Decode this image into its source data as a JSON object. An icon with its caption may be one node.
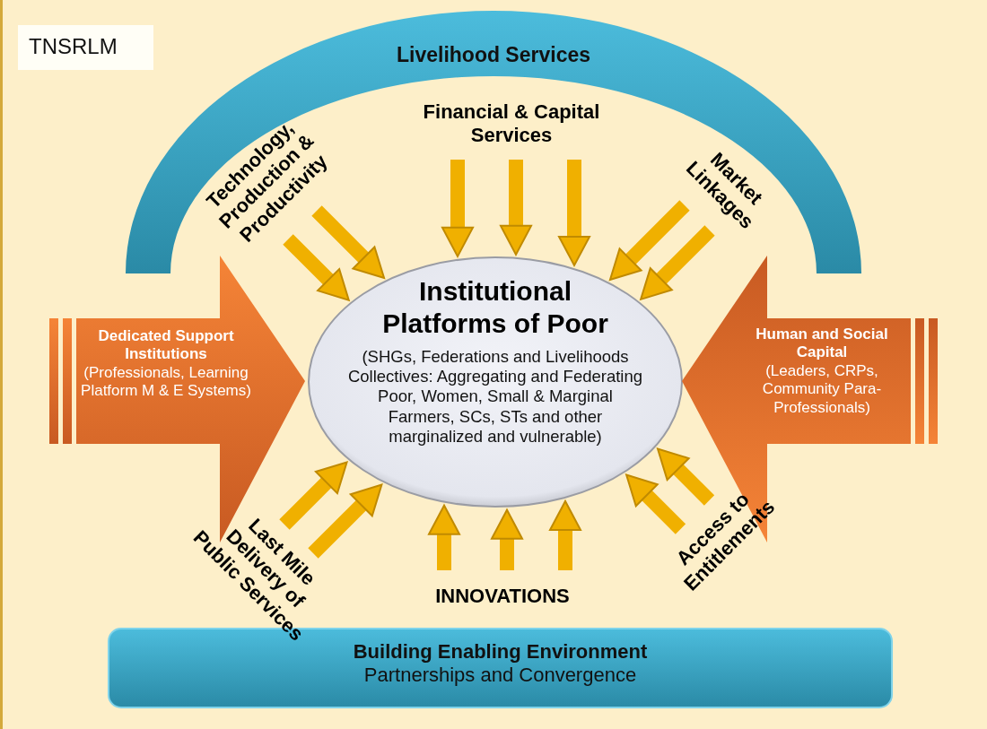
{
  "diagram": {
    "nodes": [
      {
        "text": [
          "Institutional Platforms of Poor",
          "(SHGs, Federations and Livelihoods Collectives: Aggregating and Federating Poor, Women, Small & Marginal Farmers, SCs, STs and other marginalized and vulnerable)"
        ]
      },
      {
        "text": [
          "Livelihood Services"
        ]
      },
      {
        "text": [
          "Dedicated Support Institutions",
          "(Professionals, Learning Platform M & E Systems)"
        ]
      },
      {
        "text": [
          "Human and Social Capital",
          "(Leaders, CRPs, Community Para-Professionals)"
        ]
      },
      {
        "text": [
          "Building Enabling Environment",
          "Partnerships and Convergence"
        ]
      },
      {
        "text": [
          "Technology, Production & Productivity"
        ]
      },
      {
        "text": [
          "Financial & Capital Services"
        ]
      },
      {
        "text": [
          "Market Linkages"
        ]
      },
      {
        "text": [
          "Last Mile Delivery of Public Services"
        ]
      },
      {
        "text": [
          "INNOVATIONS"
        ]
      },
      {
        "text": [
          "Access to Entitlements"
        ]
      }
    ],
    "edges": [
      {
        "from": 5,
        "to": 0,
        "arrow": "to"
      },
      {
        "from": 5,
        "to": 0,
        "arrow": "to"
      },
      {
        "from": 6,
        "to": 0,
        "arrow": "to"
      },
      {
        "from": 6,
        "to": 0,
        "arrow": "to"
      },
      {
        "from": 6,
        "to": 0,
        "arrow": "to"
      },
      {
        "from": 7,
        "to": 0,
        "arrow": "to"
      },
      {
        "from": 7,
        "to": 0,
        "arrow": "to"
      },
      {
        "from": 8,
        "to": 0,
        "arrow": "to"
      },
      {
        "from": 8,
        "to": 0,
        "arrow": "to"
      },
      {
        "from": 9,
        "to": 0,
        "arrow": "to"
      },
      {
        "from": 9,
        "to": 0,
        "arrow": "to"
      },
      {
        "from": 9,
        "to": 0,
        "arrow": "to"
      },
      {
        "from": 10,
        "to": 0,
        "arrow": "to"
      },
      {
        "from": 10,
        "to": 0,
        "arrow": "to"
      }
    ],
    "labels": [
      "TNSRLM"
    ]
  }
}
